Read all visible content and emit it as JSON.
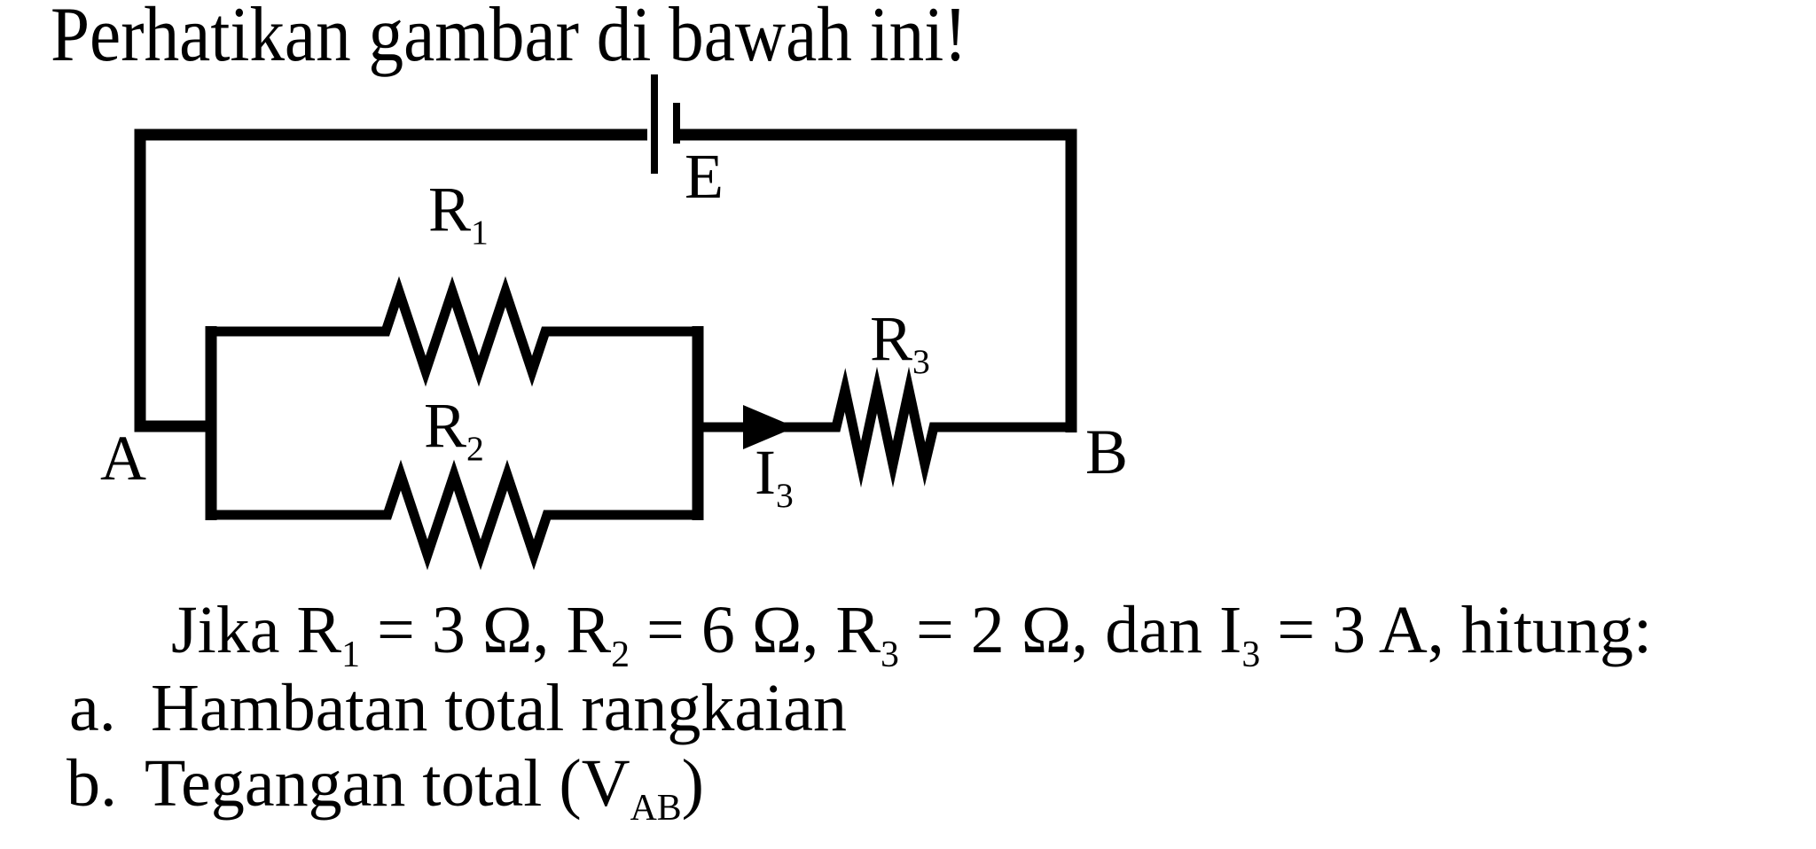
{
  "title": "Perhatikan gambar di bawah ini!",
  "colors": {
    "ink": "#000000",
    "background": "#ffffff"
  },
  "circuit": {
    "labels": {
      "battery": "E",
      "r1": {
        "base": "R",
        "sub": "1"
      },
      "r2": {
        "base": "R",
        "sub": "2"
      },
      "r3": {
        "base": "R",
        "sub": "3"
      },
      "current": {
        "base": "I",
        "sub": "3"
      },
      "node_a": "A",
      "node_b": "B"
    }
  },
  "problem": {
    "given": {
      "seg1": "Jika R",
      "sub1": "1",
      "seg2": " = 3 Ω, R",
      "sub2": "2",
      "seg3": " = 6 Ω, R",
      "sub3": "3",
      "seg4": " = 2 Ω, dan I",
      "sub4": "3",
      "seg5": " = 3 A, hitung:"
    },
    "items": {
      "a": {
        "marker": "a.",
        "text": "Hambatan total rangkaian"
      },
      "b": {
        "marker": "b.",
        "text_pre": "Tegangan total (V",
        "sub": "AB",
        "text_post": ")"
      }
    }
  }
}
